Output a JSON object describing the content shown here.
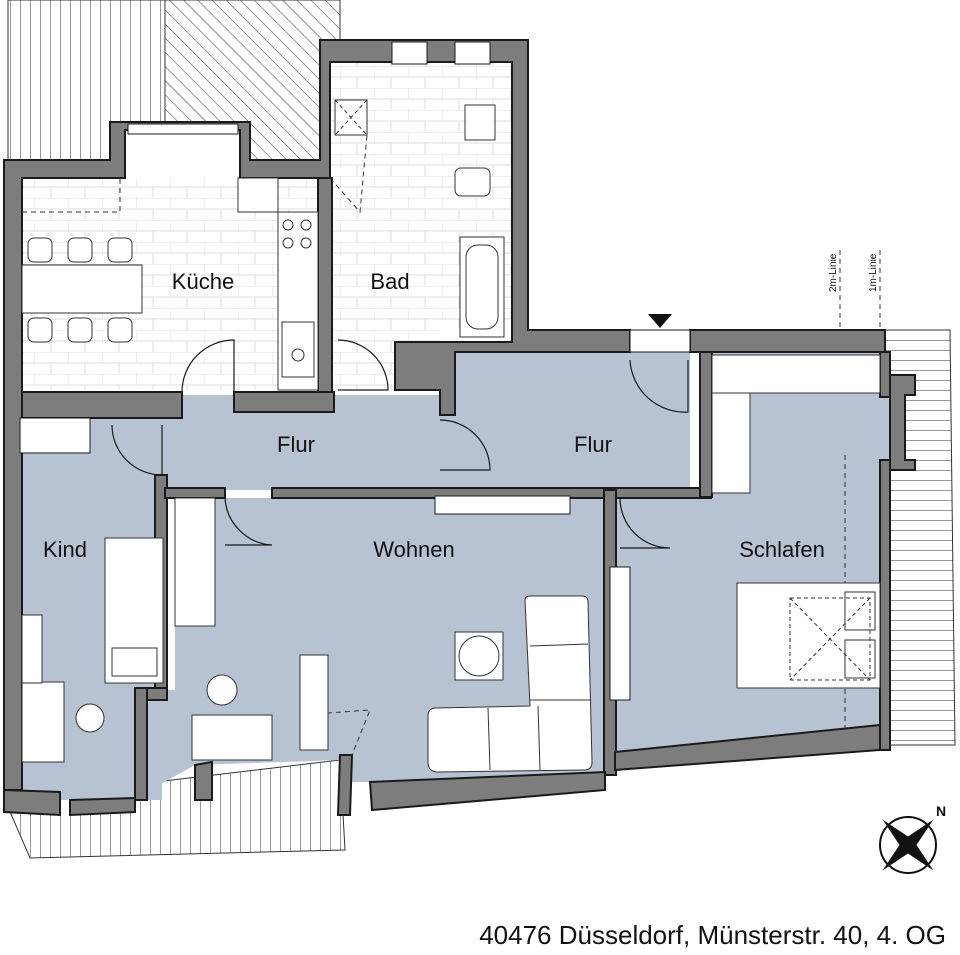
{
  "rooms": {
    "kueche": "Küche",
    "bad": "Bad",
    "flur_left": "Flur",
    "flur_right": "Flur",
    "kind": "Kind",
    "wohnen": "Wohnen",
    "schlafen": "Schlafen"
  },
  "height_lines": {
    "two_m": "2m-Linie",
    "one_m": "1m-Linie"
  },
  "compass": {
    "north_letter": "N",
    "rotation_deg": 45
  },
  "address": "40476 Düsseldorf, Münsterstr. 40, 4. OG",
  "colors": {
    "floor_blue": "#b7c3d3",
    "wall": "#7d7d7d",
    "wall_outline": "#1a1a1a",
    "tile_line": "#d9d9d9"
  }
}
